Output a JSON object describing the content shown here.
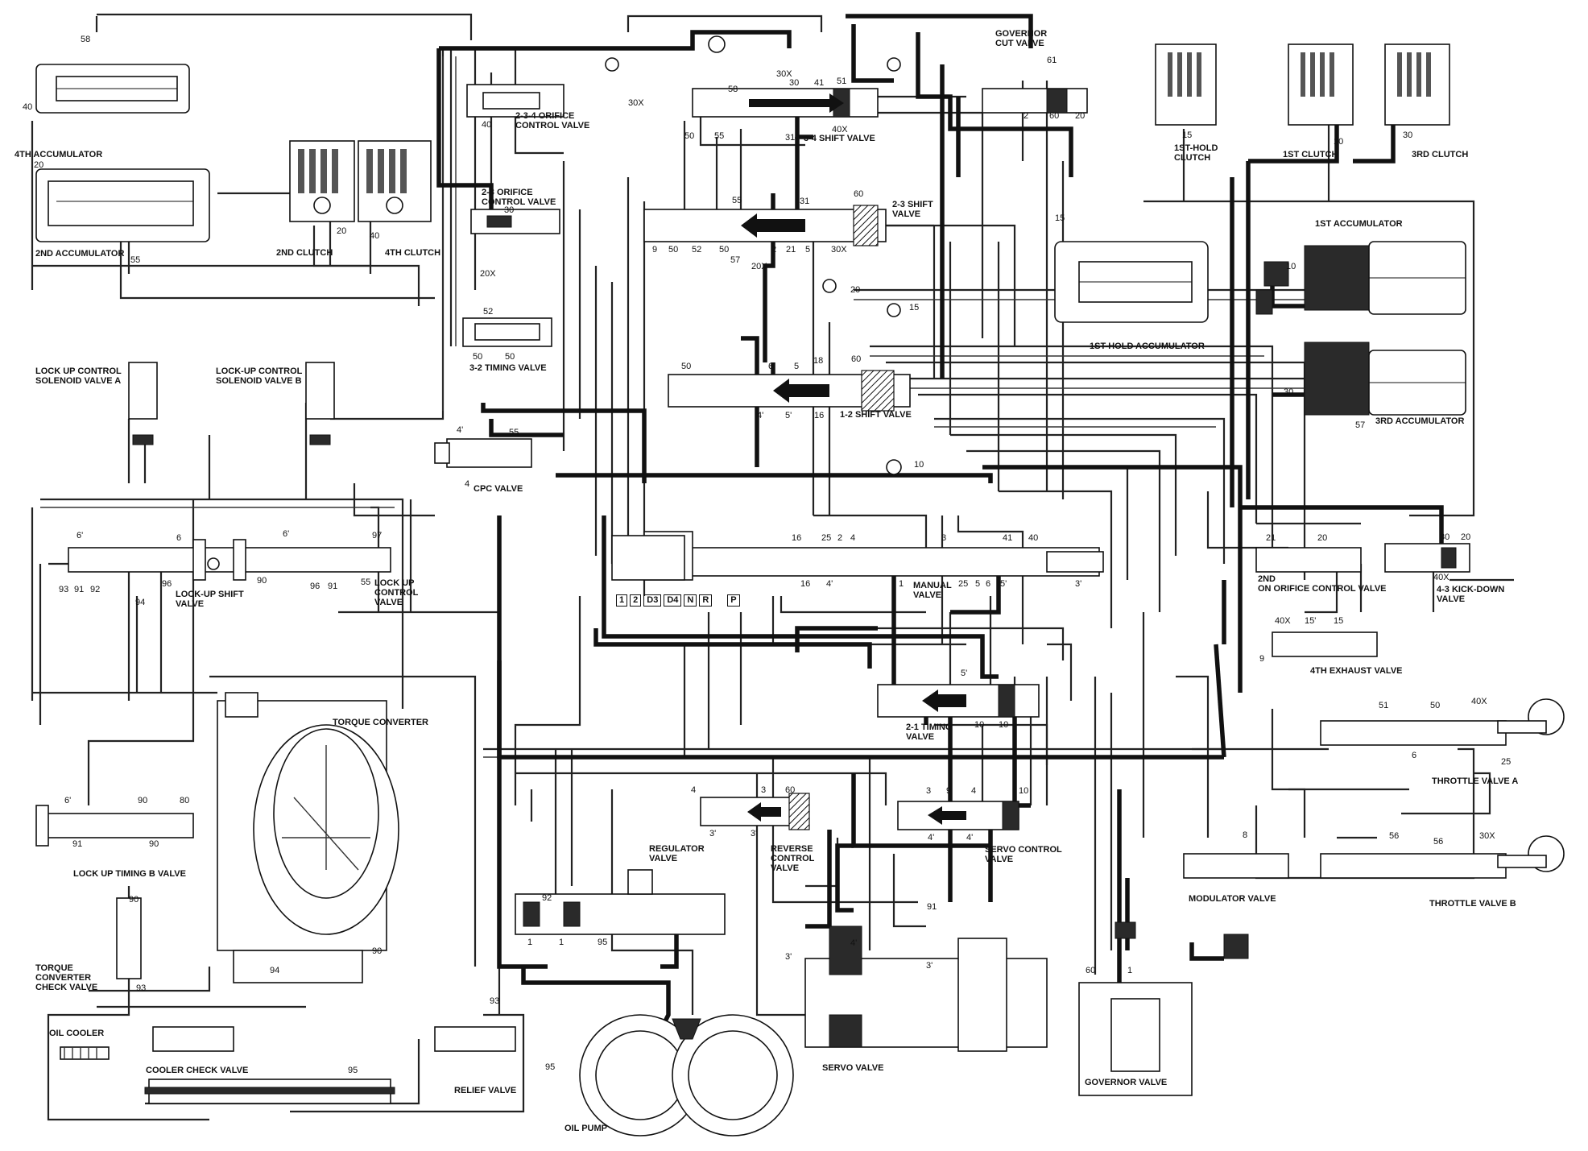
{
  "labels": {
    "accum4": "4TH ACCUMULATOR",
    "accum2": "2ND ACCUMULATOR",
    "clutch2": "2ND CLUTCH",
    "clutch4": "4TH CLUTCH",
    "orifice234": "2-3-4 ORIFICE\nCONTROL VALVE",
    "orifice23": "2-3 ORIFICE\nCONTROL VALVE",
    "shift34": "3-4 SHIFT VALVE",
    "shift23": "2-3 SHIFT\nVALVE",
    "timing32": "3-2 TIMING VALVE",
    "shift12": "1-2 SHIFT VALVE",
    "governor_cut": "GOVERNOR\nCUT VALVE",
    "clutch1hold": "1ST-HOLD\nCLUTCH",
    "clutch1": "1ST CLUTCH",
    "clutch3": "3RD CLUTCH",
    "accum1": "1ST ACCUMULATOR",
    "accum1hold": "1ST-HOLD ACCUMULATOR",
    "accum3": "3RD ACCUMULATOR",
    "solA": "LOCK UP CONTROL\nSOLENOID VALVE A",
    "solB": "LOCK-UP CONTROL\nSOLENOID VALVE B",
    "cpc": "CPC VALVE",
    "lockup_shift": "LOCK-UP SHIFT\nVALVE",
    "lockup_control": "LOCK UP\nCONTROL\nVALVE",
    "manual": "MANUAL\nVALVE",
    "orifice2nd": "2ND\nON ORIFICE CONTROL VALVE",
    "kickdown": "4-3 KICK-DOWN\nVALVE",
    "exhaust4": "4TH EXHAUST VALVE",
    "timing21": "2-1 TIMING\nVALVE",
    "torque_conv": "TORQUE CONVERTER",
    "throttleA": "THROTTLE VALVE A",
    "lockup_timing": "LOCK UP TIMING B VALVE",
    "regulator": "REGULATOR\nVALVE",
    "reverse": "REVERSE\nCONTROL\nVALVE",
    "servo_ctrl": "SERVO CONTROL\nVALVE",
    "modulator": "MODULATOR VALVE",
    "throttleB": "THROTTLE VALVE B",
    "tc_check": "TORQUE\nCONVERTER\nCHECK VALVE",
    "oil_cooler": "OIL COOLER",
    "cooler_check": "COOLER CHECK VALVE",
    "relief": "RELIEF VALVE",
    "oil_pump": "OIL PUMP",
    "servo": "SERVO VALVE",
    "governor": "GOVERNOR VALVE"
  },
  "gear_positions": [
    "1",
    "2",
    "D3",
    "D4",
    "N",
    "R",
    "P"
  ],
  "ports": {
    "p58": "58",
    "p40a": "40",
    "p20a": "20",
    "p55a": "55",
    "p20c": "20",
    "p40c": "40",
    "p30xA": "30X",
    "p30xB": "30X",
    "p40b": "40",
    "p58b": "58",
    "p50a": "50",
    "p55b": "55",
    "p30a": "30",
    "p41": "41",
    "p51": "51",
    "p31a": "31",
    "p40x": "40X",
    "p30b": "30",
    "p20x": "20X",
    "p55c": "55",
    "p31b": "31",
    "p60a": "60",
    "p9a": "9",
    "p50b": "50",
    "p52a": "52",
    "p50c": "50",
    "p57a": "57",
    "p20xb": "20X",
    "p2a": "2",
    "p21a": "21",
    "p5a": "5",
    "p30xc": "30X",
    "p20b": "20",
    "p52b": "52",
    "p50d": "50",
    "p50e": "50",
    "p61": "61",
    "p2b": "2",
    "p60b": "60",
    "p20d": "20",
    "p15a": "15",
    "p10a": "10",
    "p30c": "30",
    "p15b": "15",
    "p10b": "10",
    "p30d": "30",
    "p57b": "57",
    "p15c": "15",
    "p50f": "50",
    "p60c": "60",
    "p18": "18",
    "p6a": "6",
    "p5b": "5",
    "p4a": "4'",
    "p5c": "5'",
    "p16a": "16",
    "p4b": "4'",
    "p55d": "55",
    "p4c": "4",
    "p10c": "10",
    "p6b": "6'",
    "p6c": "6",
    "p6d": "6'",
    "p97": "97",
    "p93a": "93",
    "p91a": "91",
    "p92a": "92",
    "p94a": "94",
    "p96a": "96",
    "p90a": "90",
    "p96b": "96",
    "p91b": "91",
    "p55e": "55",
    "p16b": "16",
    "p25a": "25",
    "p2c": "2",
    "p4d": "4",
    "p3a": "3",
    "p41b": "41",
    "p40d": "40",
    "p16c": "16",
    "p4e": "4'",
    "p1a": "1",
    "p25b": "25",
    "p5d": "5",
    "p6e": "6",
    "p5e": "5'",
    "p3b": "3'",
    "p21b": "21",
    "p20e": "20",
    "p30e": "30",
    "p20f": "20",
    "p40xb": "40X",
    "p40xc": "40X",
    "p15d": "15'",
    "p15e": "15",
    "p9b": "9",
    "p5f": "5'",
    "p10d": "10",
    "p10e": "10",
    "p51b": "51",
    "p50g": "50",
    "p40xd": "40X",
    "p6f": "6",
    "p25c": "25",
    "p6g": "6'",
    "p90b": "90",
    "p80": "80",
    "p91c": "91",
    "p90c": "90",
    "p4f": "4",
    "p3c": "3",
    "p60d": "60",
    "p3d": "3'",
    "p3e": "3'",
    "p3f": "3",
    "p9c": "9",
    "p4g": "4",
    "p10f": "10",
    "p4h": "4'",
    "p4i": "4'",
    "p92b": "92",
    "p1b": "1",
    "p1c": "1",
    "p95a": "95",
    "p8": "8",
    "p56a": "56",
    "p56b": "56",
    "p30xd": "30X",
    "p91d": "91",
    "p90d": "90",
    "p94b": "94",
    "p90e": "90",
    "p93b": "93",
    "p3g": "3'",
    "p4j": "4'",
    "p3h": "3'",
    "p93c": "93",
    "p95b": "95",
    "p95c": "95",
    "p60e": "60",
    "p1d": "1"
  }
}
